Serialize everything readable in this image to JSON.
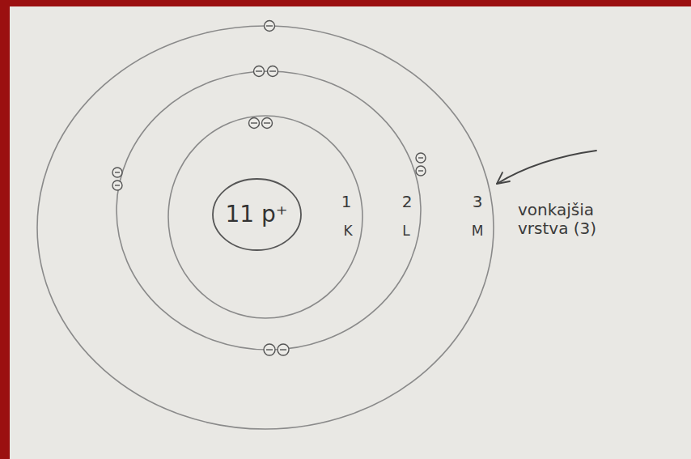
{
  "diagram": {
    "nodes": [
      {
        "text": [
          "11 p⁺"
        ]
      }
    ],
    "labels": [
      "1",
      "K",
      "2",
      "L",
      "3",
      "M",
      "vonkajšia vrstva (3)"
    ]
  }
}
